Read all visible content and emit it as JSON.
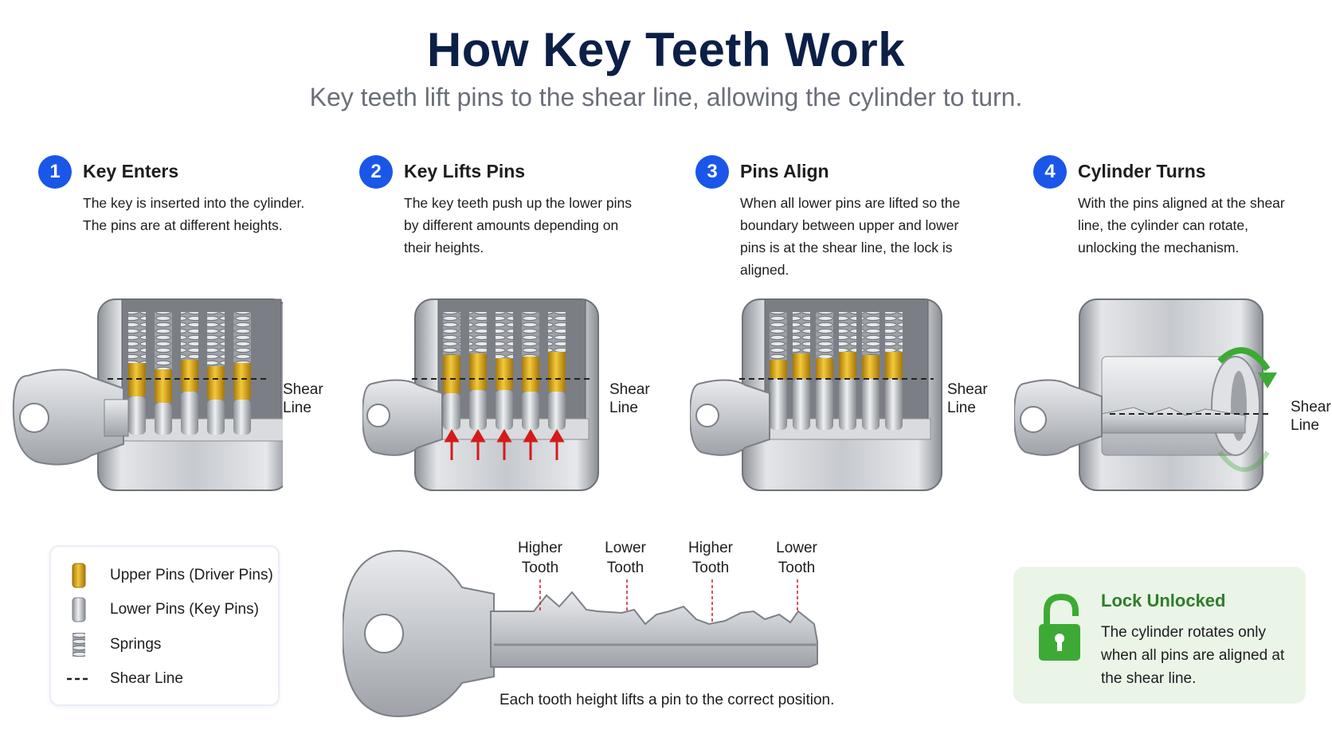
{
  "header": {
    "title": "How Key Teeth Work",
    "subtitle": "Key teeth lift pins to the shear line, allowing the cylinder to turn."
  },
  "steps": [
    {
      "number": "1",
      "title": "Key Enters",
      "description": "The key is inserted into the cylinder. The pins are at different heights."
    },
    {
      "number": "2",
      "title": "Key Lifts Pins",
      "description": "The key teeth push up the lower pins by different amounts depending on their heights."
    },
    {
      "number": "3",
      "title": "Pins Align",
      "description": "When all lower pins are lifted so the boundary between upper and lower pins is at the shear line, the lock is aligned."
    },
    {
      "number": "4",
      "title": "Cylinder Turns",
      "description": "With the pins aligned at the shear line, the cylinder can rotate, unlocking the mechanism."
    }
  ],
  "shear_label": {
    "line1": "Shear",
    "line2": "Line"
  },
  "legend": {
    "items": [
      {
        "icon": "upper-pin-icon",
        "label": "Upper Pins (Driver Pins)"
      },
      {
        "icon": "lower-pin-icon",
        "label": "Lower Pins (Key Pins)"
      },
      {
        "icon": "spring-icon",
        "label": "Springs"
      },
      {
        "icon": "dashed-line-icon",
        "label": "Shear Line"
      }
    ]
  },
  "key_detail": {
    "teeth_labels": [
      {
        "line1": "Higher",
        "line2": "Tooth"
      },
      {
        "line1": "Lower",
        "line2": "Tooth"
      },
      {
        "line1": "Higher",
        "line2": "Tooth"
      },
      {
        "line1": "Lower",
        "line2": "Tooth"
      }
    ],
    "caption": "Each tooth height lifts a pin to the correct position."
  },
  "unlock_box": {
    "title": "Lock Unlocked",
    "description": "The cylinder rotates only when all pins are aligned at the shear line.",
    "icon": "unlocked-padlock-icon"
  },
  "colors": {
    "step_badge": "#1a56e8",
    "title": "#0b1f47",
    "upper_pin": "#d8a417",
    "lower_pin": "#b9bcc2",
    "arrow_red": "#d41b1b",
    "green": "#3daa35",
    "unlock_bg": "#eaf5e7"
  }
}
